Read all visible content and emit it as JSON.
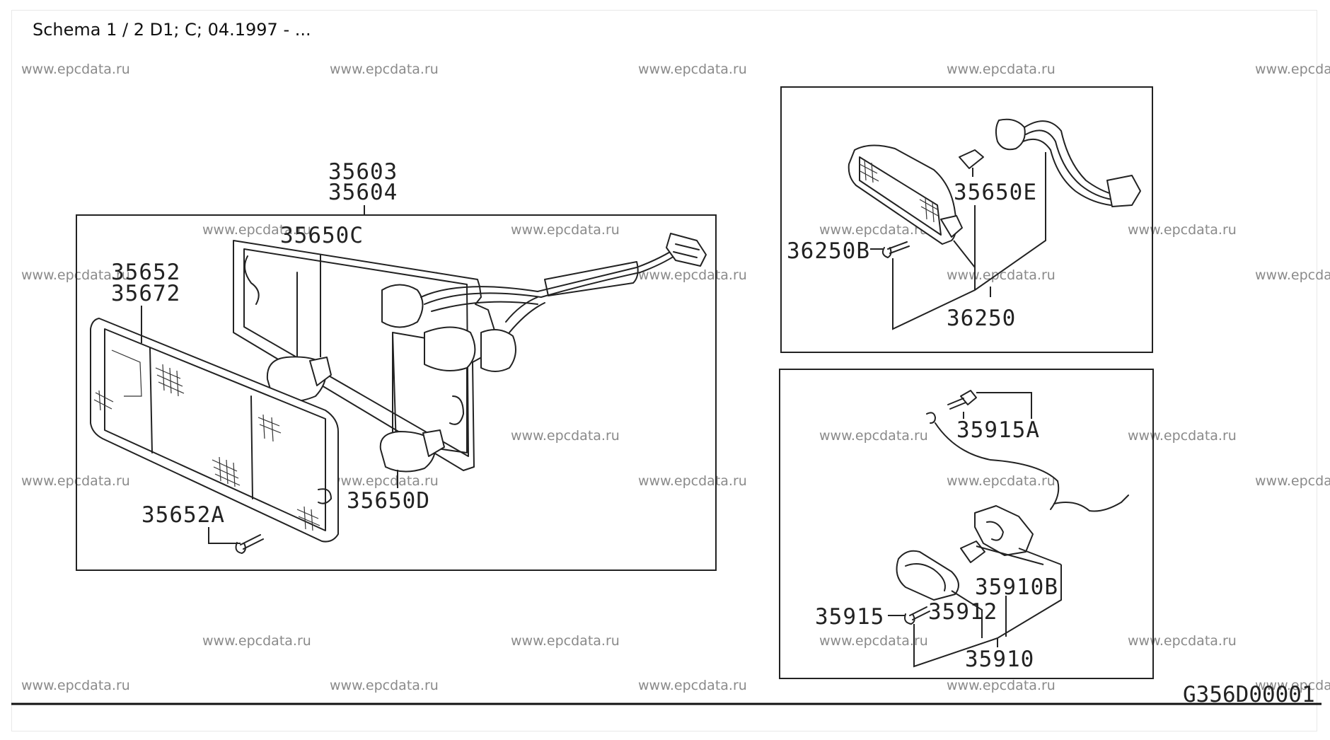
{
  "title": "Schema 1 / 2 D1; C; 04.1997 - ...",
  "watermark": "www.epcdata.ru",
  "diagram_code": "G356D00001",
  "panels": {
    "main": {
      "labels": {
        "p35603": "35603",
        "p35604": "35604",
        "p35650C": "35650C",
        "p35652": "35652",
        "p35672": "35672",
        "p35652A": "35652A",
        "p35650D": "35650D"
      }
    },
    "top_right": {
      "labels": {
        "p35650E": "35650E",
        "p36250B": "36250B",
        "p36250": "36250"
      }
    },
    "bottom_right": {
      "labels": {
        "p35915A": "35915A",
        "p35910B": "35910B",
        "p35915": "35915",
        "p35912": "35912",
        "p35910": "35910"
      }
    }
  }
}
